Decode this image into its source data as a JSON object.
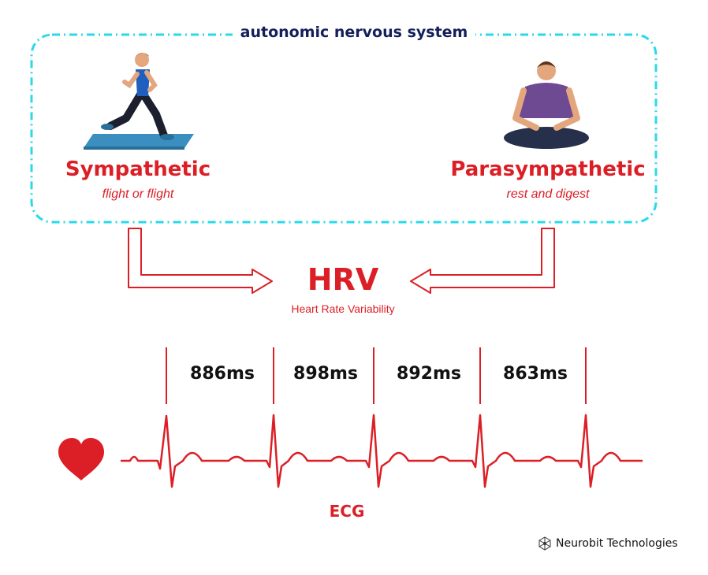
{
  "title": "autonomic nervous system",
  "sympathetic": {
    "title": "Sympathetic",
    "subtitle": "flight or flight"
  },
  "parasympathetic": {
    "title": "Parasympathetic",
    "subtitle": "rest and digest"
  },
  "hrv": {
    "title": "HRV",
    "subtitle": "Heart Rate Variability"
  },
  "intervals": [
    "886ms",
    "898ms",
    "892ms",
    "863ms"
  ],
  "ecg_label": "ECG",
  "brand": "Neurobit Technologies",
  "colors": {
    "accent_red": "#dc1f26",
    "border_cyan": "#29d9ea",
    "title_navy": "#12205a",
    "treadmill_blue": "#3a8fc0"
  },
  "icons": [
    "runner-icon",
    "meditating-person-icon",
    "heart-icon",
    "neurobit-logo-icon"
  ]
}
